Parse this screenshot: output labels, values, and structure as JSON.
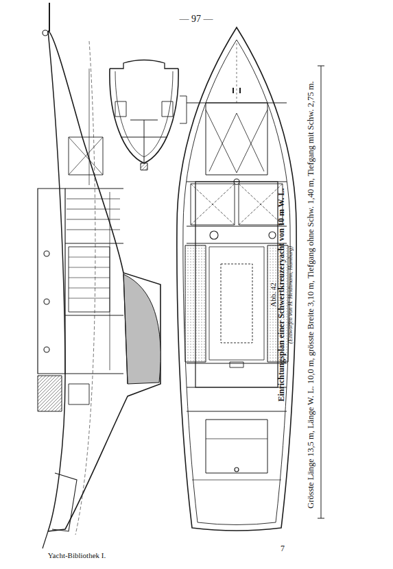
{
  "diagram": {
    "title": "Einrichtungsplan einer Schwertkreuzeryacht von 10 m W. L.",
    "labels": [
      "— 97 —",
      "Abb. 42",
      "(Entworfen von H. Heidtmann, Hamburg)",
      "Grösste Länge 13,5 m, Länge W. L. 10,0 m, grösste Breite 3,10 m, Tiefgang ohne Schw. 1,40 m, Tiefgang mit Schw. 2,75 m.",
      "Yacht-Bibliothek I.",
      "7"
    ]
  }
}
